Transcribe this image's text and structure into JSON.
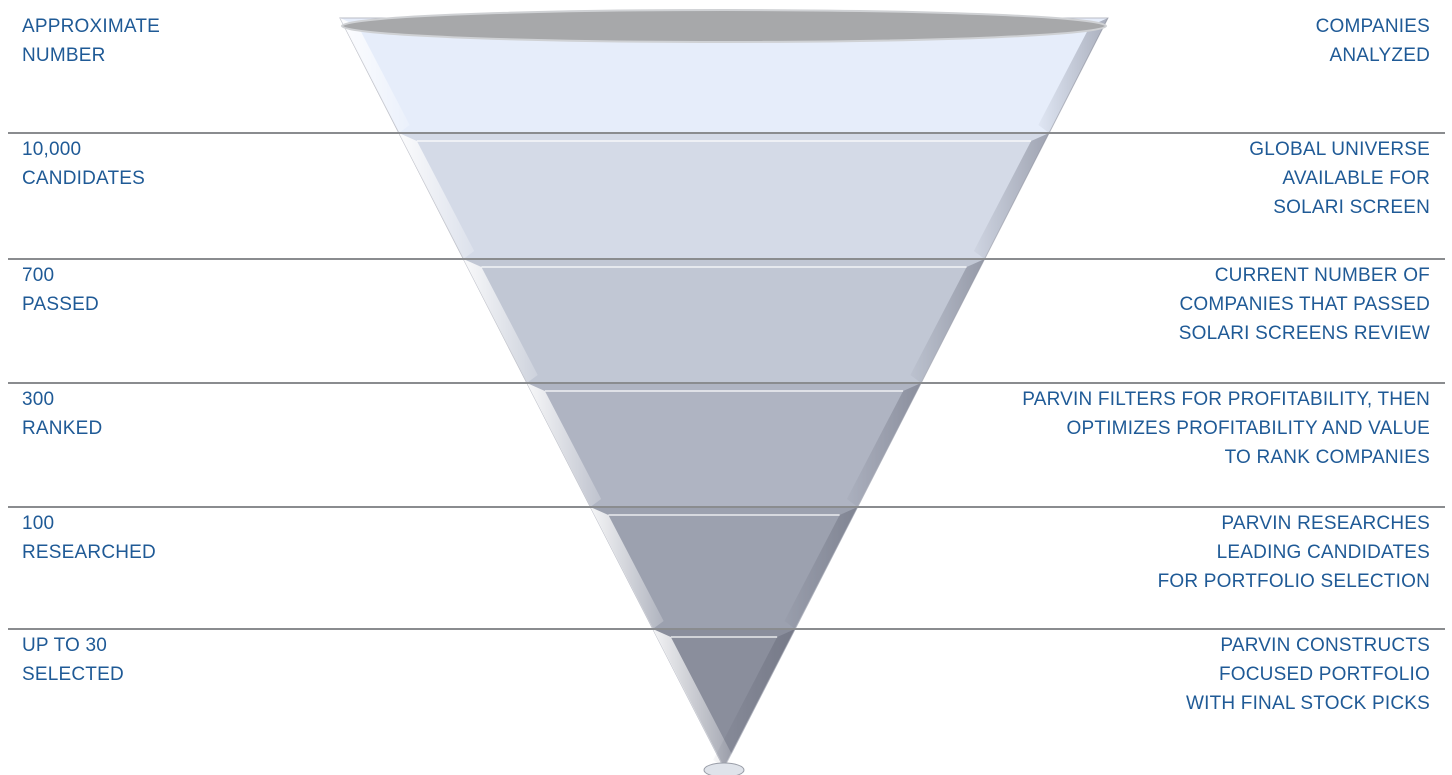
{
  "colors": {
    "text": "#1f5a96",
    "divider": "#8a8c8f",
    "funnel_top": "#e6edfa",
    "funnel_bottom": "#8a8e9c",
    "rim": "#a7a8aa"
  },
  "header": {
    "left": [
      "APPROXIMATE",
      "NUMBER"
    ],
    "right": [
      "COMPANIES",
      "ANALYZED"
    ]
  },
  "stages": [
    {
      "left": [
        "10,000",
        "CANDIDATES"
      ],
      "right": [
        "GLOBAL UNIVERSE",
        "AVAILABLE FOR",
        "SOLARI SCREEN"
      ]
    },
    {
      "left": [
        "700",
        "PASSED"
      ],
      "right": [
        "CURRENT NUMBER OF",
        "COMPANIES THAT PASSED",
        "SOLARI SCREENS REVIEW"
      ]
    },
    {
      "left": [
        "300",
        "RANKED"
      ],
      "right": [
        "PARVIN FILTERS FOR PROFITABILITY, THEN",
        "OPTIMIZES PROFITABILITY AND VALUE",
        "TO RANK COMPANIES"
      ]
    },
    {
      "left": [
        "100",
        "RESEARCHED"
      ],
      "right": [
        "PARVIN RESEARCHES",
        "LEADING CANDIDATES",
        "FOR PORTFOLIO SELECTION"
      ]
    },
    {
      "left": [
        "UP TO 30",
        "SELECTED"
      ],
      "right": [
        "PARVIN CONSTRUCTS",
        "FOCUSED PORTFOLIO",
        "WITH FINAL STOCK PICKS"
      ]
    }
  ]
}
